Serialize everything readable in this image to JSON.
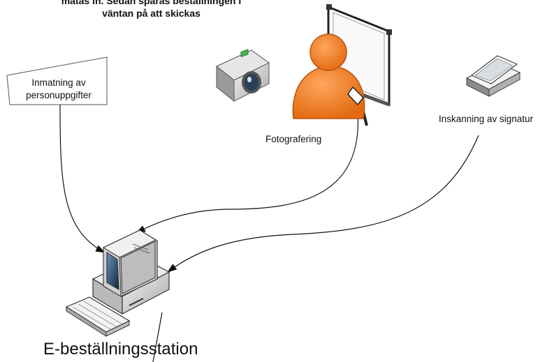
{
  "intro_text": {
    "line1": "matas in. Sedan sparas beställningen i",
    "line2": "väntan på att skickas"
  },
  "nodes": {
    "data_entry": {
      "line1": "Inmatning av",
      "line2": "personuppgifter"
    },
    "photo": {
      "label": "Fotografering"
    },
    "scan": {
      "label": "Inskanning av signatur"
    },
    "station": {
      "label": "E-beställningsstation"
    }
  },
  "colors": {
    "person": "#f07b22",
    "person_stroke": "#b85510",
    "monitor_screen": "#1c3a5c",
    "line": "#111111"
  },
  "icons": [
    "camera-icon",
    "person-icon",
    "whiteboard-icon",
    "scanner-icon",
    "computer-icon",
    "keyboard-icon"
  ]
}
